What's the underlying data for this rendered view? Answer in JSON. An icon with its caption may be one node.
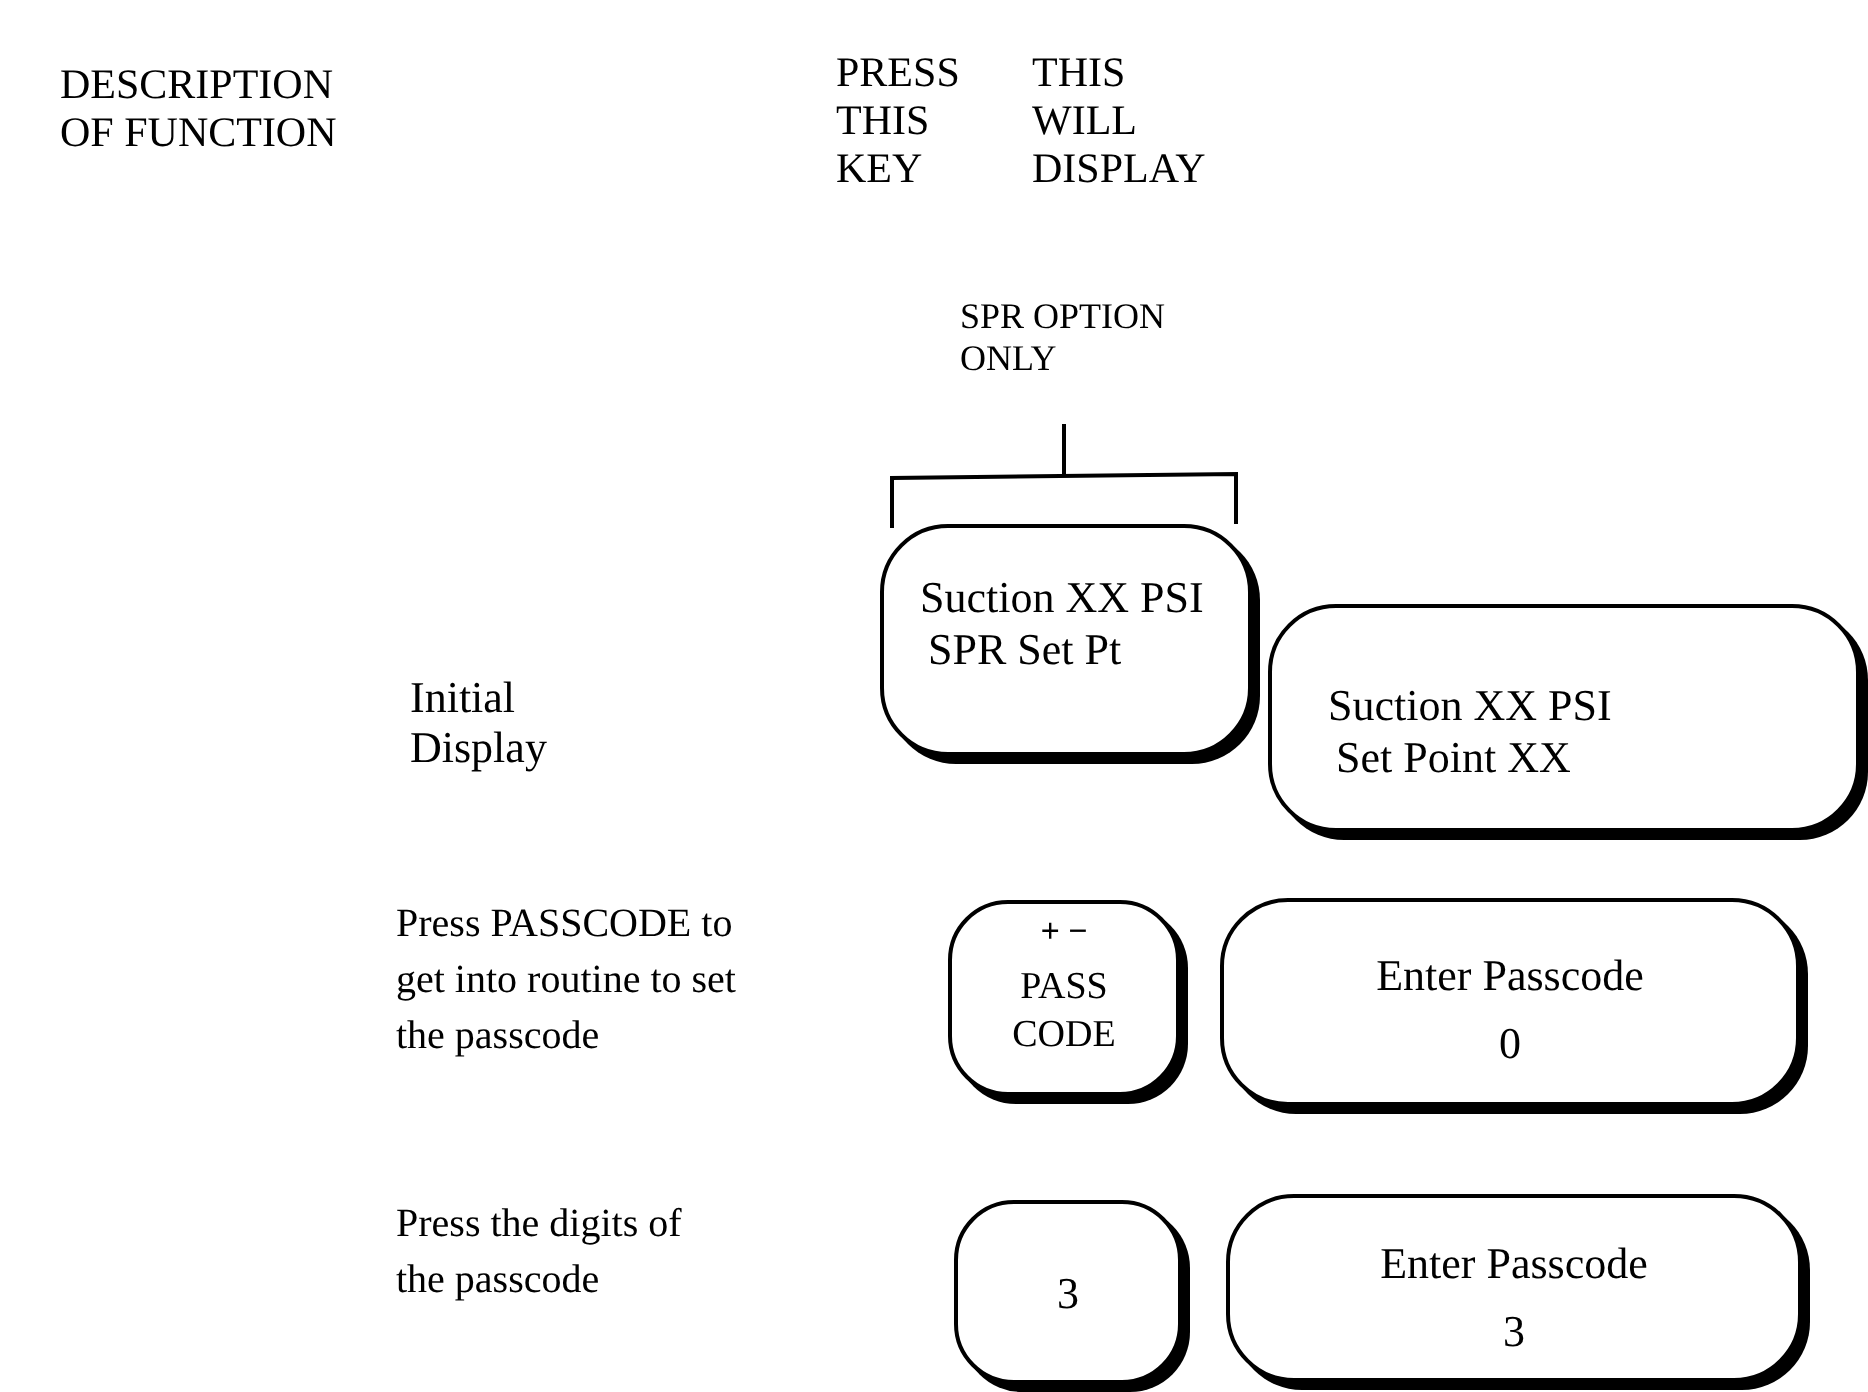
{
  "diagram": {
    "nodes": [
      {
        "text": [
          "Suction XX PSI",
          "SPR Set Pt"
        ]
      },
      {
        "text": [
          "Suction XX PSI",
          "Set Point XX"
        ]
      },
      {
        "text": [
          "+ −",
          "PASS CODE"
        ]
      },
      {
        "text": [
          "Enter Passcode",
          "0"
        ]
      },
      {
        "text": [
          "3"
        ]
      },
      {
        "text": [
          "Enter Passcode",
          "3"
        ]
      }
    ],
    "labels": [
      "DESCRIPTION OF FUNCTION",
      "PRESS THIS KEY",
      "THIS WILL DISPLAY",
      "SPR OPTION ONLY",
      "Initial Display",
      "Press PASSCODE to get into routine to set the passcode",
      "Press the digits of the passcode"
    ]
  }
}
